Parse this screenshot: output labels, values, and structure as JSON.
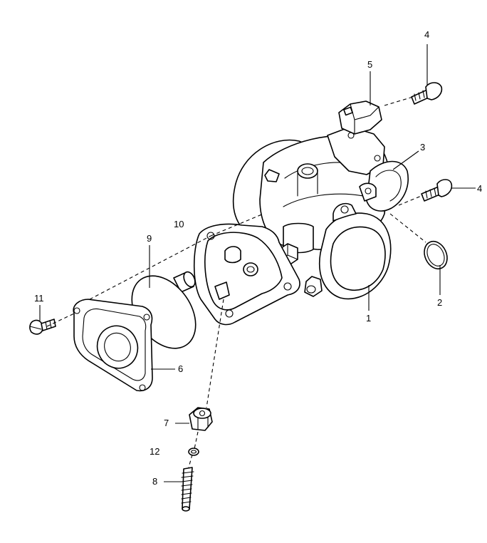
{
  "diagram": {
    "type": "exploded parts diagram",
    "callouts": [
      {
        "key": "c1",
        "label": "1"
      },
      {
        "key": "c2",
        "label": "2"
      },
      {
        "key": "c3",
        "label": "3"
      },
      {
        "key": "c4a",
        "label": "4"
      },
      {
        "key": "c4b",
        "label": "4"
      },
      {
        "key": "c5",
        "label": "5"
      },
      {
        "key": "c6",
        "label": "6"
      },
      {
        "key": "c7",
        "label": "7"
      },
      {
        "key": "c8",
        "label": "8"
      },
      {
        "key": "c9",
        "label": "9"
      },
      {
        "key": "c10",
        "label": "10"
      },
      {
        "key": "c11",
        "label": "11"
      },
      {
        "key": "c12",
        "label": "12"
      }
    ]
  }
}
